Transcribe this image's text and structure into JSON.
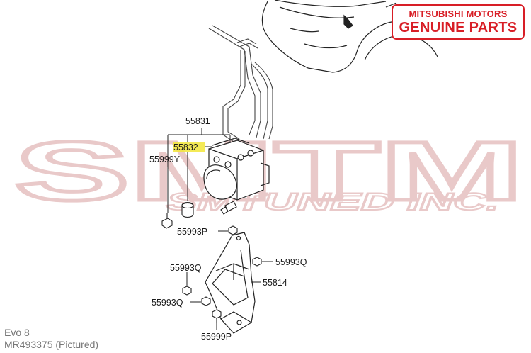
{
  "badge": {
    "line1": "MITSUBISHI MOTORS",
    "line2": "GENUINE PARTS",
    "color": "#d81e26"
  },
  "watermark": {
    "big": "SMTM",
    "small": "SMTUNED INC."
  },
  "parts": {
    "assembly": "55831",
    "hydraulic_unit": "55832",
    "bolt_left": "55999Y",
    "nut_p": "55993P",
    "nut_q_right": "55993Q",
    "nut_q_left": "55993Q",
    "bracket": "55814",
    "nut_q_lower": "55993Q",
    "bolt_p": "55999P"
  },
  "caption": {
    "model": "Evo 8",
    "part_number": "MR493375  (Pictured)"
  },
  "highlight_color": "#f2e63a"
}
